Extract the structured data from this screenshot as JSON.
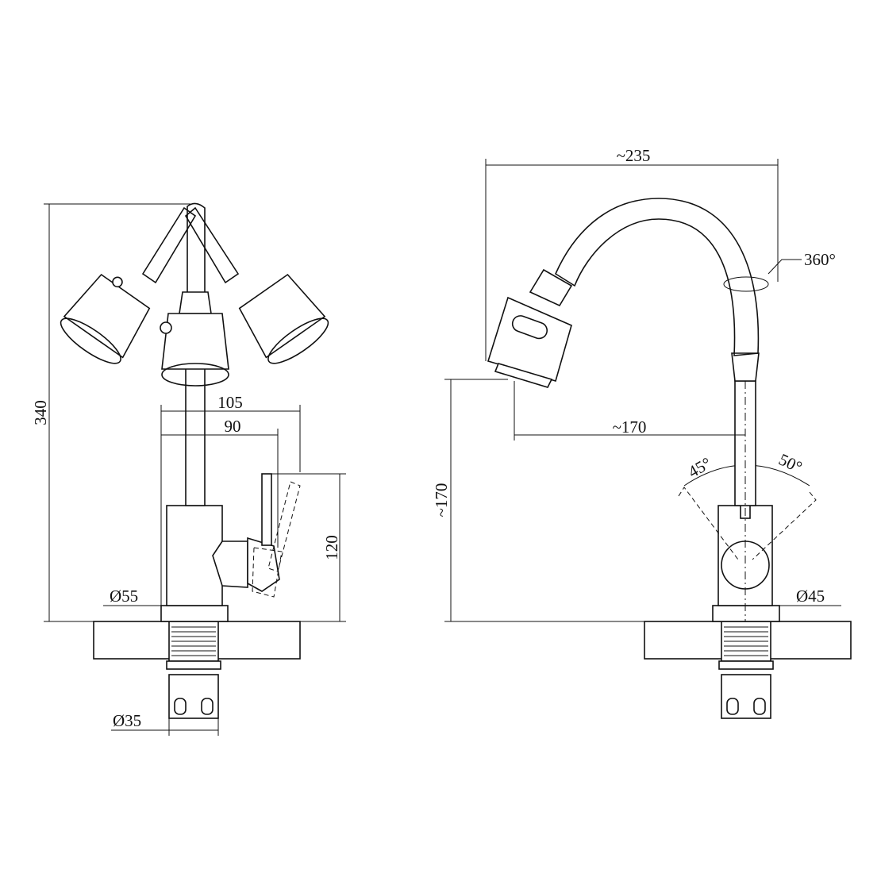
{
  "drawing": {
    "side_view": {
      "height_total": "340",
      "spout_reach_max": "105",
      "spout_reach": "90",
      "lever_height": "120",
      "base_diameter": "Ø55",
      "shank_diameter": "Ø35"
    },
    "front_view": {
      "overall_width": "~235",
      "rotation": "360°",
      "spout_outlet_reach": "~170",
      "outlet_height": "~170",
      "lever_angle_left": "45°",
      "lever_angle_right": "50°",
      "body_diameter": "Ø45"
    }
  },
  "colors": {
    "line": "#111111",
    "background": "#ffffff"
  }
}
